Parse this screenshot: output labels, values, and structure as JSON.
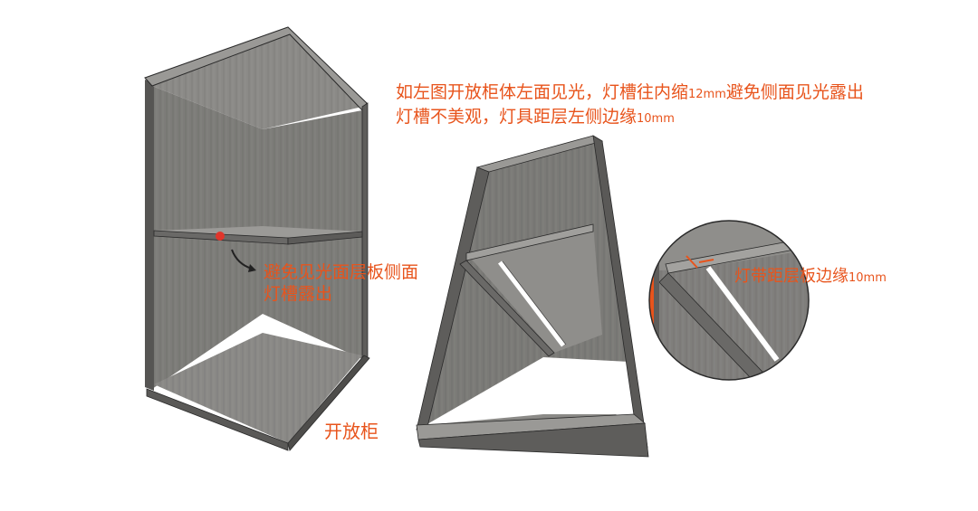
{
  "annotations": {
    "top_note_line1_a": "如左图开放柜体左面见光，灯槽往内缩",
    "top_note_line1_num": "12mm",
    "top_note_line1_b": "避免侧面见光露出",
    "top_note_line2_a": "灯槽不美观，灯具距层左侧边缘",
    "top_note_line2_num": "10mm",
    "shelf_note_line1": "避免见光面层板侧面",
    "shelf_note_line2": "灯槽露出",
    "cabinet_label": "开放柜",
    "strip_note_a": "灯带距层板边缘",
    "strip_note_num": "10mm"
  },
  "colors": {
    "accent": "#e8541c",
    "wood_dark": "#6f6e6c",
    "wood_mid": "#7f7e7b",
    "wood_light": "#92918e",
    "edge": "#2a2a2a"
  }
}
